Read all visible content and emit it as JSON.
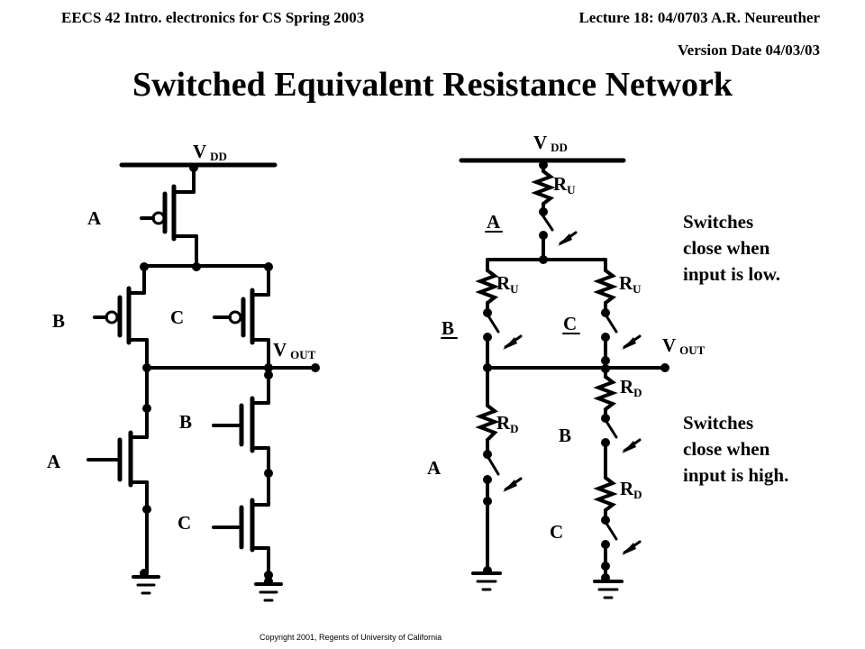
{
  "header": {
    "left": "EECS 42   Intro. electronics for CS Spring 2003",
    "right": "Lecture 18: 04/0703 A.R. Neureuther",
    "version": "Version Date 04/03/03"
  },
  "title": "Switched Equivalent Resistance Network",
  "copyright": "Copyright 2001, Regents of University of California",
  "left_circuit": {
    "vdd": {
      "main": "V",
      "sub": "DD"
    },
    "vout": {
      "main": "V",
      "sub": "OUT"
    },
    "input_labels": {
      "a_top": "A",
      "b_mid": "B",
      "c_mid": "C",
      "b_low": "B",
      "a_low": "A",
      "c_low": "C"
    }
  },
  "right_circuit": {
    "vdd": {
      "main": "V",
      "sub": "DD"
    },
    "vout": {
      "main": "V",
      "sub": "OUT"
    },
    "ru": {
      "main": "R",
      "sub": "U"
    },
    "rd": {
      "main": "R",
      "sub": "D"
    },
    "switch_labels": {
      "a_top": "A",
      "b_mid": "B",
      "c_mid": "C",
      "b_low": "B",
      "a_low": "A",
      "c_low": "C"
    }
  },
  "notes": {
    "open": [
      "Switches",
      "close when",
      "input is low."
    ],
    "close": [
      "Switches",
      "close when",
      "input is high."
    ]
  }
}
